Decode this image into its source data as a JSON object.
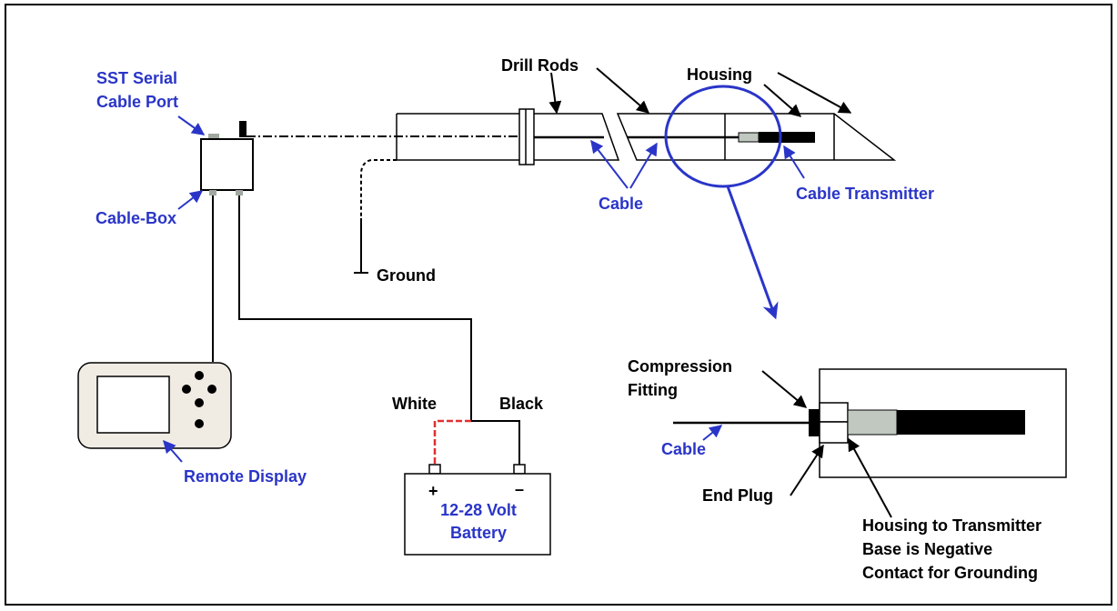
{
  "labels": {
    "sst_serial_line1": "SST Serial",
    "sst_serial_line2": "Cable Port",
    "cable_box": "Cable-Box",
    "drill_rods": "Drill Rods",
    "housing": "Housing",
    "cable_upper": "Cable",
    "cable_transmitter": "Cable Transmitter",
    "ground": "Ground",
    "remote_display": "Remote Display",
    "white": "White",
    "black": "Black",
    "plus": "+",
    "minus": "–",
    "battery_line1": "12-28 Volt",
    "battery_line2": "Battery",
    "compression_line1": "Compression",
    "compression_line2": "Fitting",
    "cable_detail": "Cable",
    "end_plug": "End Plug",
    "housing_note_line1": "Housing to Transmitter",
    "housing_note_line2": "Base is Negative",
    "housing_note_line3": "Contact for Grounding"
  },
  "colors": {
    "label_blue": "#2a35c8",
    "arrow_blue": "#2a35c8",
    "battery_positive_wire": "#e03030",
    "transmitter_body": "#000000",
    "transmitter_tip": "#c0c8c0"
  }
}
